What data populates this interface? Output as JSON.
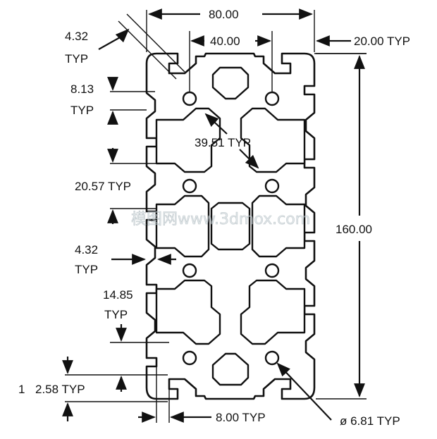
{
  "dimensions": {
    "width_total": "80.00",
    "center_spacing": "40.00",
    "slot_spacing": "20.00 TYP",
    "height_total": "160.00",
    "slot_opening": "8.00 TYP",
    "hole_diameter": "ø 6.81 TYP",
    "chamfer_diag": "39.51 TYP",
    "wall_4_32_top_value": "4.32",
    "wall_4_32_top_unit": "TYP",
    "depth_8_13_value": "8.13",
    "depth_8_13_unit": "TYP",
    "pitch_20_57": "20.57 TYP",
    "wall_4_32_mid_value": "4.32",
    "wall_4_32_mid_unit": "TYP",
    "depth_14_85_value": "14.85",
    "depth_14_85_unit": "TYP",
    "lip_2_58": "2.58 TYP",
    "lip_prefix": "1"
  },
  "watermark": "模图网www.3dmox.com",
  "colors": {
    "ink": "#111111",
    "background": "#ffffff",
    "watermark": "#cfd8dc"
  }
}
